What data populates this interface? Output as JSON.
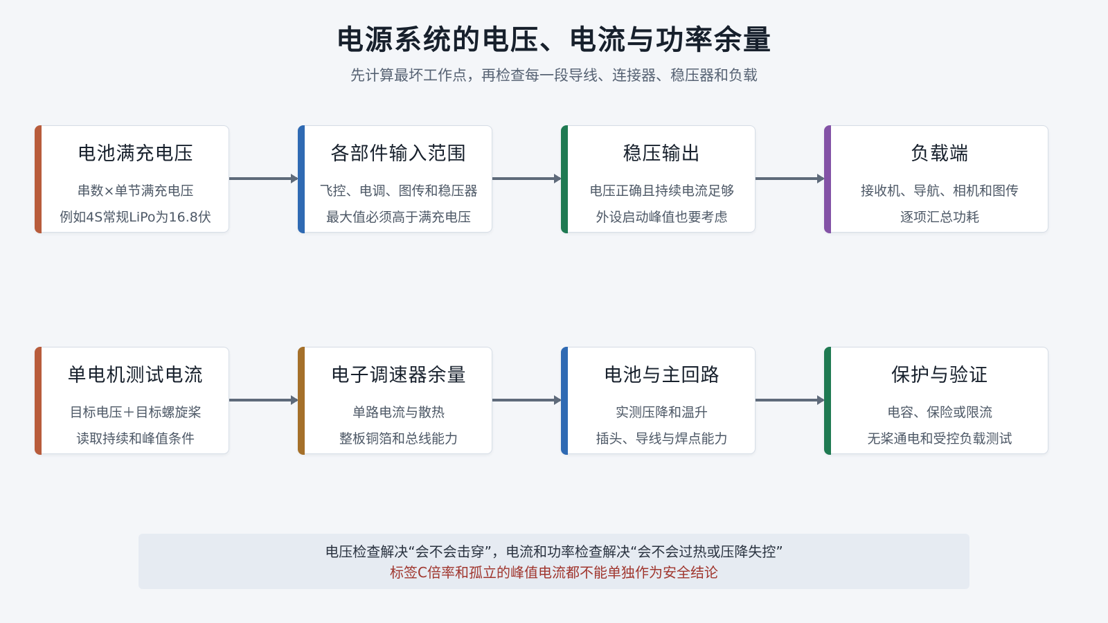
{
  "header": {
    "title": "电源系统的电压、电流与功率余量",
    "subtitle": "先计算最坏工作点，再检查每一段导线、连接器、稳压器和负载"
  },
  "voltage_row": [
    {
      "title": "电池满充电压",
      "line1": "串数×单节满充电压",
      "line2": "例如4S常规LiPo为16.8伏",
      "accent_color": "#b85c3c"
    },
    {
      "title": "各部件输入范围",
      "line1": "飞控、电调、图传和稳压器",
      "line2": "最大值必须高于满充电压",
      "accent_color": "#2f6ab3"
    },
    {
      "title": "稳压输出",
      "line1": "电压正确且持续电流足够",
      "line2": "外设启动峰值也要考虑",
      "accent_color": "#1f7a52"
    },
    {
      "title": "负载端",
      "line1": "接收机、导航、相机和图传",
      "line2": "逐项汇总功耗",
      "accent_color": "#8352a6"
    }
  ],
  "current_row": [
    {
      "title": "单电机测试电流",
      "line1": "目标电压＋目标螺旋桨",
      "line2": "读取持续和峰值条件",
      "accent_color": "#b85c3c"
    },
    {
      "title": "电子调速器余量",
      "line1": "单路电流与散热",
      "line2": "整板铜箔和总线能力",
      "accent_color": "#a5702a"
    },
    {
      "title": "电池与主回路",
      "line1": "实测压降和温升",
      "line2": "插头、导线与焊点能力",
      "accent_color": "#2f6ab3"
    },
    {
      "title": "保护与验证",
      "line1": "电容、保险或限流",
      "line2": "无桨通电和受控负载测试",
      "accent_color": "#1f7a52"
    }
  ],
  "note": {
    "line1": "电压检查解决“会不会击穿”，电流和功率检查解决“会不会过热或压降失控”",
    "line2": "标签C倍率和孤立的峰值电流都不能单独作为安全结论"
  }
}
